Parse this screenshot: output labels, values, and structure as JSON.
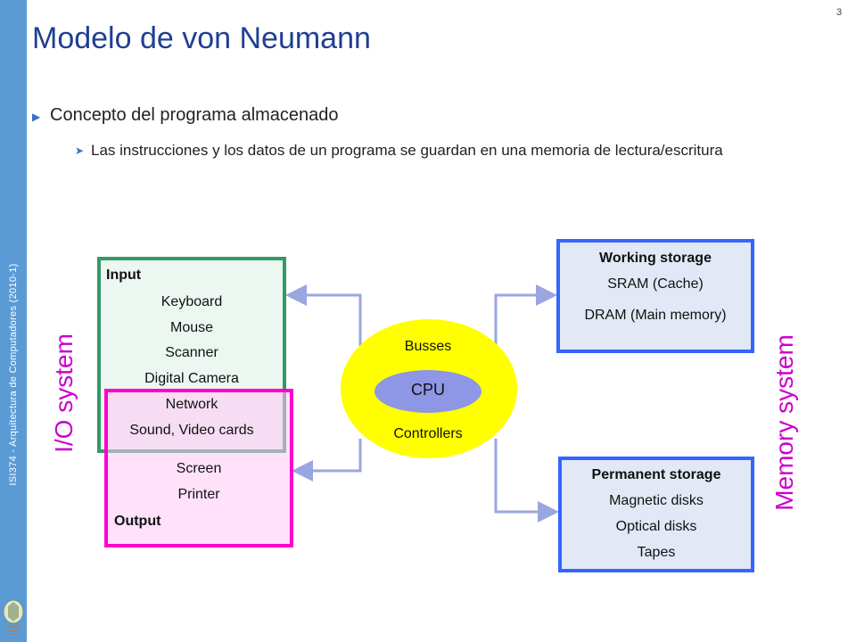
{
  "sidebar": {
    "course_label": "ISI374 - Arquitectura de Computadores (2010-1)"
  },
  "slide": {
    "number": "3",
    "title": "Modelo de von Neumann",
    "bullets": [
      {
        "text": "Concepto del programa almacenado"
      },
      {
        "text": "Las instrucciones y los datos de un programa se guardan en una memoria de lectura/escritura"
      }
    ]
  },
  "diagram": {
    "io_system_label": "I/O system",
    "memory_system_label": "Memory system",
    "input": {
      "heading": "Input",
      "items": [
        "Keyboard",
        "Mouse",
        "Scanner",
        "Digital Camera",
        "Network",
        "Sound, Video cards"
      ]
    },
    "output": {
      "heading": "Output",
      "items": [
        "Screen",
        "Printer"
      ]
    },
    "bus": {
      "busses": "Busses",
      "cpu": "CPU",
      "controllers": "Controllers"
    },
    "working_storage": {
      "heading": "Working storage",
      "items": [
        "SRAM (Cache)",
        "DRAM (Main memory)"
      ]
    },
    "permanent_storage": {
      "heading": "Permanent storage",
      "items": [
        "Magnetic disks",
        "Optical disks",
        "Tapes"
      ]
    }
  },
  "colors": {
    "title": "#1f3f94",
    "sidebar": "#5b9bd5",
    "input_border": "#339966",
    "output_border": "#ff00cc",
    "storage_border": "#3366ff",
    "bus": "#ffff00",
    "cpu": "#8e96e6",
    "connector": "#9aa6e0",
    "system_label": "#cc00cc"
  }
}
